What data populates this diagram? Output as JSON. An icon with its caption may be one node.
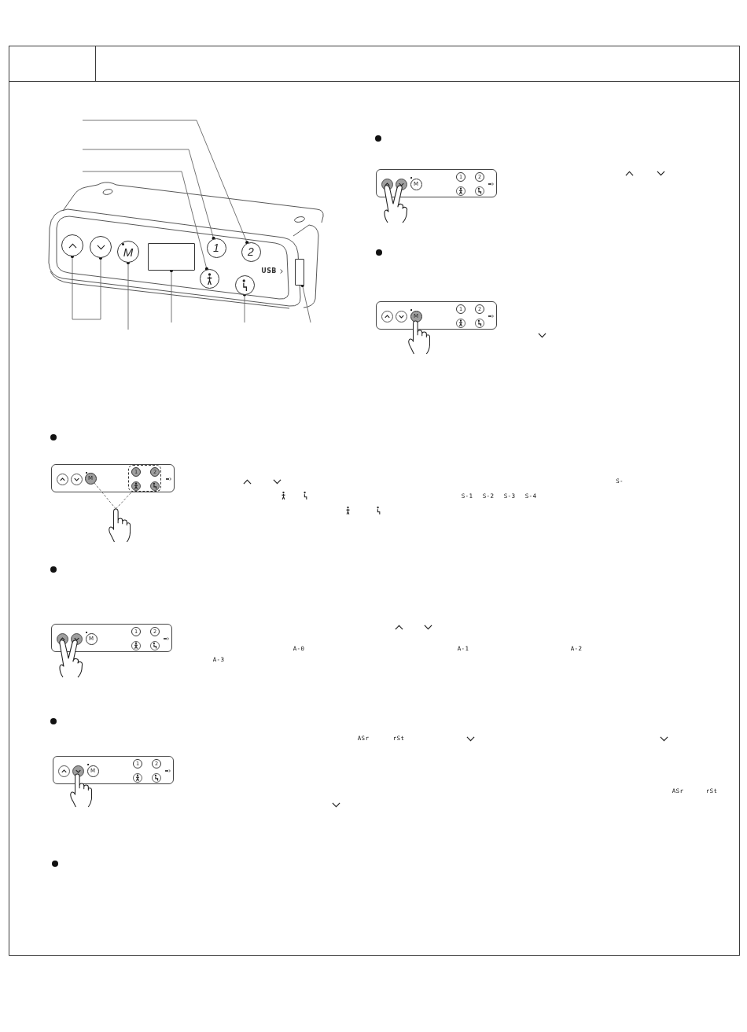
{
  "diagram": {
    "nodes": [
      {
        "text": [],
        "shape": "circle"
      },
      {
        "text": [],
        "shape": "circle"
      },
      {
        "text": [
          "M"
        ]
      },
      {
        "text": [],
        "shape": "box"
      },
      {
        "text": [
          "1"
        ]
      },
      {
        "text": [
          "2"
        ]
      },
      {
        "text": [],
        "shape": "circle"
      },
      {
        "text": [],
        "shape": "circle"
      },
      {
        "text": [],
        "shape": "box"
      },
      {
        "text": [
          "M"
        ]
      },
      {
        "text": [],
        "shape": "box"
      },
      {
        "text": [],
        "shape": "hand"
      }
    ],
    "edges": [
      {
        "from": null,
        "to": 5,
        "arrow": "other"
      },
      {
        "from": null,
        "to": 4,
        "arrow": "other"
      },
      {
        "from": null,
        "to": 6,
        "arrow": "other"
      },
      {
        "from": null,
        "to": 0,
        "arrow": "other"
      },
      {
        "from": null,
        "to": 1,
        "arrow": "other"
      },
      {
        "from": null,
        "to": 2,
        "arrow": "other"
      },
      {
        "from": null,
        "to": 3,
        "arrow": "other"
      },
      {
        "from": null,
        "to": 7,
        "arrow": "other"
      },
      {
        "from": null,
        "to": 8,
        "arrow": "other"
      },
      {
        "from": 11,
        "to": 9,
        "arrow": "none",
        "style": "dashed"
      },
      {
        "from": 11,
        "to": 10,
        "arrow": "none",
        "style": "dashed"
      }
    ],
    "labels": [
      "USB",
      "M",
      "1",
      "2",
      "M",
      "1",
      "2",
      "1",
      "2",
      "S-",
      "S-1",
      "S-2",
      "S-3",
      "S-4",
      "M",
      "1",
      "2",
      "A-0",
      "A-1",
      "A-2",
      "A-3",
      "M",
      "1",
      "2",
      "ASr",
      "rSt",
      "ASr",
      "rSt"
    ]
  }
}
